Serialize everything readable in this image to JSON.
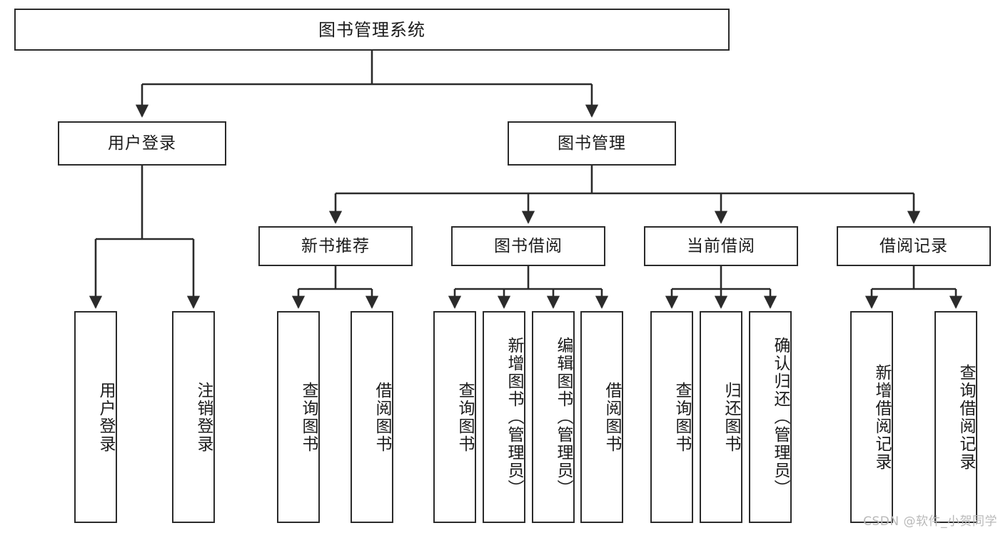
{
  "diagram": {
    "type": "tree",
    "title": "图书管理系统",
    "root": {
      "label": "图书管理系统"
    },
    "level1": [
      {
        "label": "用户登录"
      },
      {
        "label": "图书管理"
      }
    ],
    "level2": [
      {
        "label": "新书推荐"
      },
      {
        "label": "图书借阅"
      },
      {
        "label": "当前借阅"
      },
      {
        "label": "借阅记录"
      }
    ],
    "leaves": {
      "user_login": [
        {
          "label": "用户登录"
        },
        {
          "label": "注销登录"
        }
      ],
      "new_book_recommend": [
        {
          "label": "查询图书"
        },
        {
          "label": "借阅图书"
        }
      ],
      "book_borrow": [
        {
          "label": "查询图书"
        },
        {
          "label": "新增图书（管理员）"
        },
        {
          "label": "编辑图书（管理员）"
        },
        {
          "label": "借阅图书"
        }
      ],
      "current_borrow": [
        {
          "label": "查询图书"
        },
        {
          "label": "归还图书"
        },
        {
          "label": "确认归还（管理员）"
        }
      ],
      "borrow_record": [
        {
          "label": "新增借阅记录"
        },
        {
          "label": "查询借阅记录"
        }
      ]
    }
  },
  "watermark": {
    "text": "CSDN @软件_小贺同学"
  },
  "colors": {
    "stroke": "#2b2b2b",
    "background": "#ffffff",
    "text": "#1b1b1b",
    "watermark": "#b9b9b9"
  }
}
